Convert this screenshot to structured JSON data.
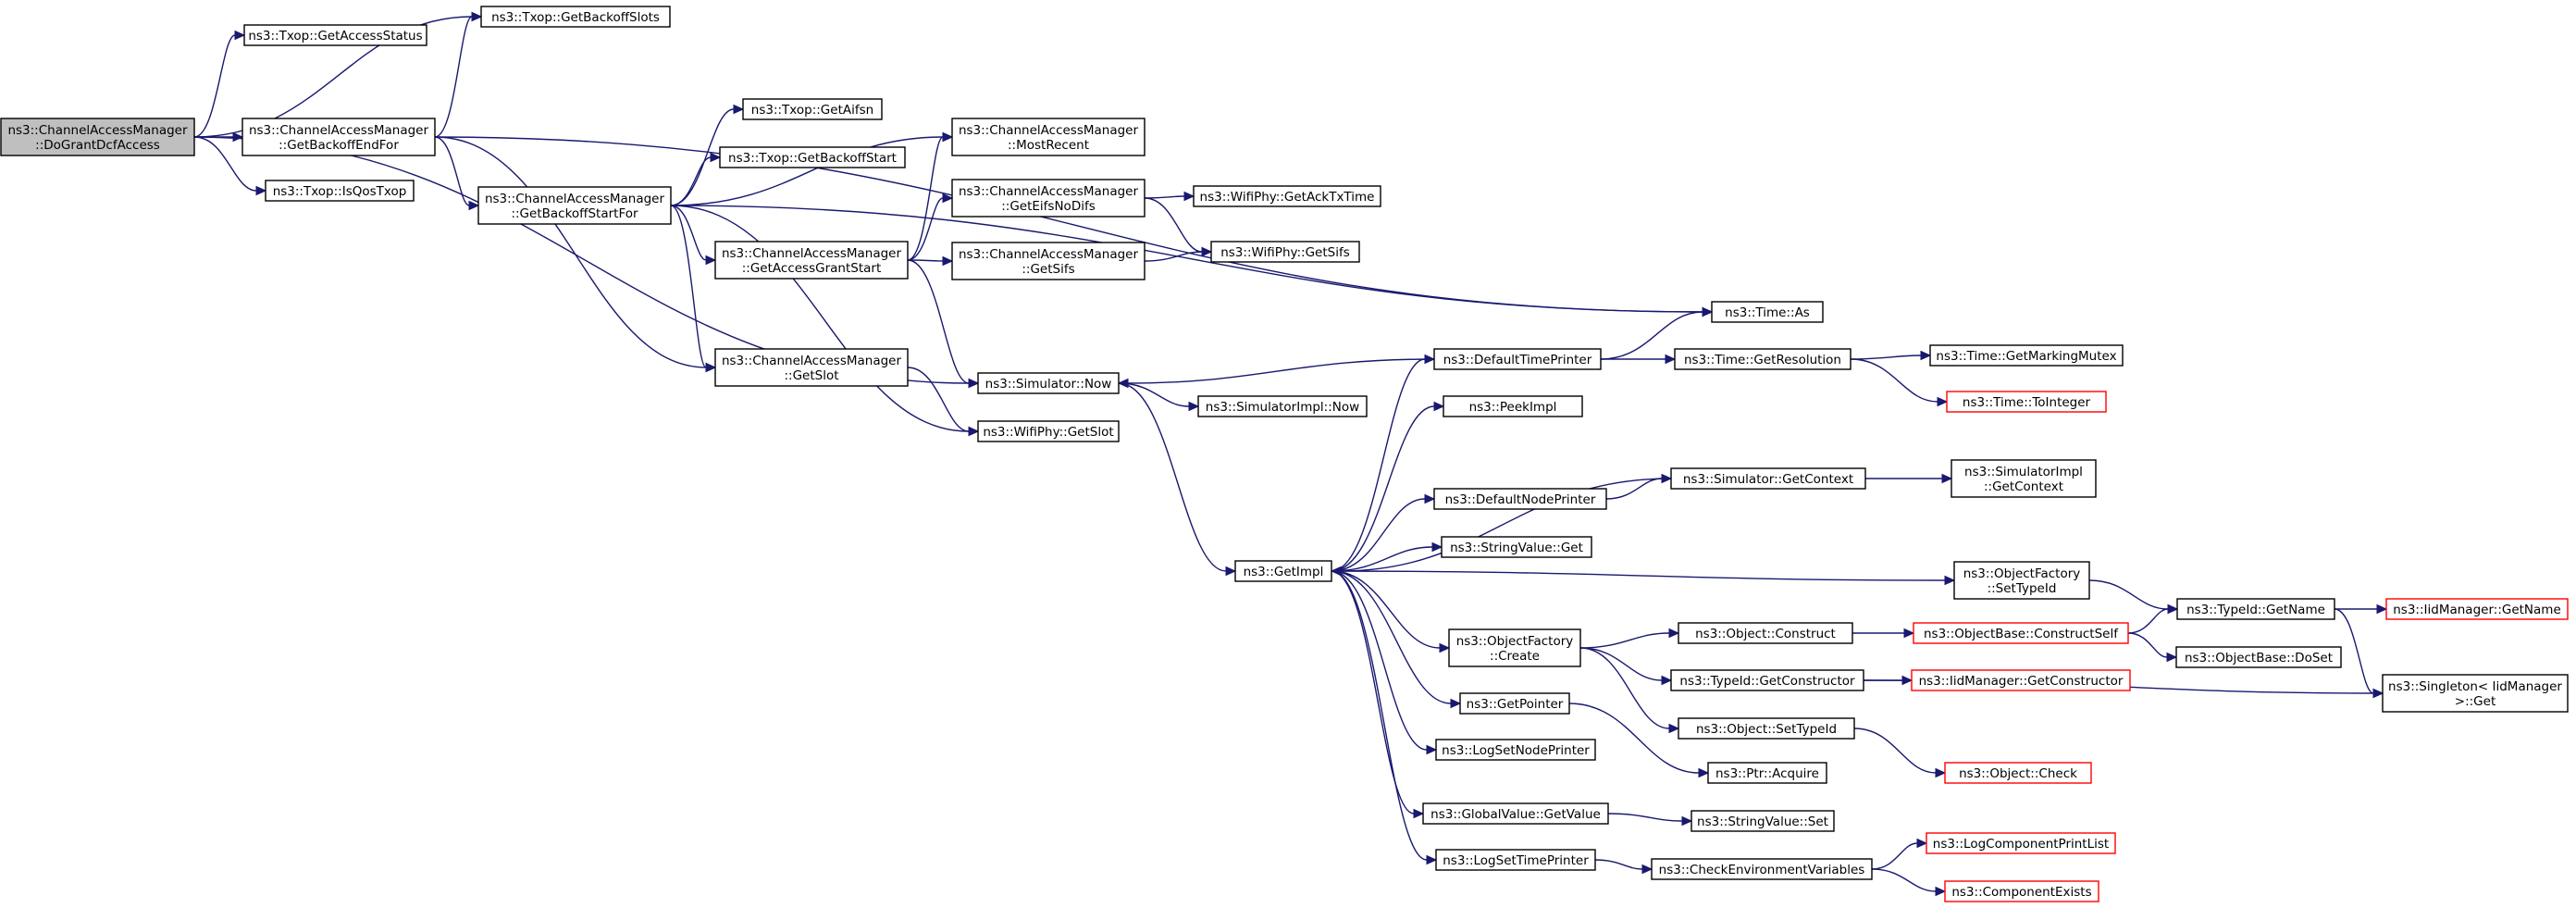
{
  "graph": {
    "edge_color": "#191970",
    "node_border": "#000000",
    "truncated_border": "#ff0000",
    "root_fill": "#bfbfbf",
    "nodes": [
      {
        "id": "root",
        "lines": [
          "ns3::ChannelAccessManager",
          "::DoGrantDcfAccess"
        ],
        "root": true
      },
      {
        "id": "getAccessStatus",
        "lines": [
          "ns3::Txop::GetAccessStatus"
        ]
      },
      {
        "id": "getBackoffSlots",
        "lines": [
          "ns3::Txop::GetBackoffSlots"
        ]
      },
      {
        "id": "getBackoffEndFor",
        "lines": [
          "ns3::ChannelAccessManager",
          "::GetBackoffEndFor"
        ]
      },
      {
        "id": "isQosTxop",
        "lines": [
          "ns3::Txop::IsQosTxop"
        ]
      },
      {
        "id": "getAifsn",
        "lines": [
          "ns3::Txop::GetAifsn"
        ]
      },
      {
        "id": "getBackoffStart",
        "lines": [
          "ns3::Txop::GetBackoffStart"
        ]
      },
      {
        "id": "getBackoffStartFor",
        "lines": [
          "ns3::ChannelAccessManager",
          "::GetBackoffStartFor"
        ]
      },
      {
        "id": "mostRecent",
        "lines": [
          "ns3::ChannelAccessManager",
          "::MostRecent"
        ]
      },
      {
        "id": "getEifsNoDifs",
        "lines": [
          "ns3::ChannelAccessManager",
          "::GetEifsNoDifs"
        ]
      },
      {
        "id": "getAccessGrantStart",
        "lines": [
          "ns3::ChannelAccessManager",
          "::GetAccessGrantStart"
        ]
      },
      {
        "id": "getSifs",
        "lines": [
          "ns3::ChannelAccessManager",
          "::GetSifs"
        ]
      },
      {
        "id": "getAckTxTime",
        "lines": [
          "ns3::WifiPhy::GetAckTxTime"
        ]
      },
      {
        "id": "phyGetSifs",
        "lines": [
          "ns3::WifiPhy::GetSifs"
        ]
      },
      {
        "id": "timeAs",
        "lines": [
          "ns3::Time::As"
        ]
      },
      {
        "id": "getSlot",
        "lines": [
          "ns3::ChannelAccessManager",
          "::GetSlot"
        ]
      },
      {
        "id": "simNow",
        "lines": [
          "ns3::Simulator::Now"
        ]
      },
      {
        "id": "phyGetSlot",
        "lines": [
          "ns3::WifiPhy::GetSlot"
        ]
      },
      {
        "id": "simImplNow",
        "lines": [
          "ns3::SimulatorImpl::Now"
        ]
      },
      {
        "id": "defaultTimePrinter",
        "lines": [
          "ns3::DefaultTimePrinter"
        ]
      },
      {
        "id": "getResolution",
        "lines": [
          "ns3::Time::GetResolution"
        ]
      },
      {
        "id": "getMarkingMutex",
        "lines": [
          "ns3::Time::GetMarkingMutex"
        ]
      },
      {
        "id": "toInteger",
        "lines": [
          "ns3::Time::ToInteger"
        ],
        "truncated": true
      },
      {
        "id": "peekImpl",
        "lines": [
          "ns3::PeekImpl"
        ]
      },
      {
        "id": "simGetContext",
        "lines": [
          "ns3::Simulator::GetContext"
        ]
      },
      {
        "id": "simImplGetContext",
        "lines": [
          "ns3::SimulatorImpl",
          "::GetContext"
        ]
      },
      {
        "id": "defaultNodePrinter",
        "lines": [
          "ns3::DefaultNodePrinter"
        ]
      },
      {
        "id": "stringValueGet",
        "lines": [
          "ns3::StringValue::Get"
        ]
      },
      {
        "id": "getImpl",
        "lines": [
          "ns3::GetImpl"
        ]
      },
      {
        "id": "setTypeId",
        "lines": [
          "ns3::ObjectFactory",
          "::SetTypeId"
        ]
      },
      {
        "id": "typeIdGetName",
        "lines": [
          "ns3::TypeId::GetName"
        ]
      },
      {
        "id": "iidGetName",
        "lines": [
          "ns3::IidManager::GetName"
        ],
        "truncated": true
      },
      {
        "id": "ofCreate",
        "lines": [
          "ns3::ObjectFactory",
          "::Create"
        ]
      },
      {
        "id": "objectConstruct",
        "lines": [
          "ns3::Object::Construct"
        ]
      },
      {
        "id": "constructSelf",
        "lines": [
          "ns3::ObjectBase::ConstructSelf"
        ],
        "truncated": true
      },
      {
        "id": "doSet",
        "lines": [
          "ns3::ObjectBase::DoSet"
        ]
      },
      {
        "id": "getConstructor",
        "lines": [
          "ns3::TypeId::GetConstructor"
        ]
      },
      {
        "id": "iidGetConstructor",
        "lines": [
          "ns3::IidManager::GetConstructor"
        ],
        "truncated": true
      },
      {
        "id": "singletonGet",
        "lines": [
          "ns3::Singleton< IidManager",
          " >::Get"
        ]
      },
      {
        "id": "getPointer",
        "lines": [
          "ns3::GetPointer"
        ]
      },
      {
        "id": "objectSetTypeId",
        "lines": [
          "ns3::Object::SetTypeId"
        ]
      },
      {
        "id": "objectCheck",
        "lines": [
          "ns3::Object::Check"
        ],
        "truncated": true
      },
      {
        "id": "logSetNodePrinter",
        "lines": [
          "ns3::LogSetNodePrinter"
        ]
      },
      {
        "id": "ptrAcquire",
        "lines": [
          "ns3::Ptr::Acquire"
        ]
      },
      {
        "id": "globalGetValue",
        "lines": [
          "ns3::GlobalValue::GetValue"
        ]
      },
      {
        "id": "stringValueSet",
        "lines": [
          "ns3::StringValue::Set"
        ]
      },
      {
        "id": "logSetTimePrinter",
        "lines": [
          "ns3::LogSetTimePrinter"
        ]
      },
      {
        "id": "checkEnv",
        "lines": [
          "ns3::CheckEnvironmentVariables"
        ]
      },
      {
        "id": "logComponentPrintList",
        "lines": [
          "ns3::LogComponentPrintList"
        ],
        "truncated": true
      },
      {
        "id": "componentExists",
        "lines": [
          "ns3::ComponentExists"
        ],
        "truncated": true
      }
    ],
    "edges": [
      [
        "root",
        "getAccessStatus"
      ],
      [
        "root",
        "getBackoffSlots"
      ],
      [
        "root",
        "getBackoffEndFor"
      ],
      [
        "root",
        "isQosTxop"
      ],
      [
        "root",
        "simNow"
      ],
      [
        "getBackoffEndFor",
        "getBackoffSlots"
      ],
      [
        "getBackoffEndFor",
        "timeAs"
      ],
      [
        "getBackoffEndFor",
        "getBackoffStartFor"
      ],
      [
        "getBackoffEndFor",
        "getSlot"
      ],
      [
        "getBackoffStartFor",
        "getAifsn"
      ],
      [
        "getBackoffStartFor",
        "getBackoffStart"
      ],
      [
        "getBackoffStartFor",
        "mostRecent"
      ],
      [
        "getBackoffStartFor",
        "getAccessGrantStart"
      ],
      [
        "getBackoffStartFor",
        "timeAs"
      ],
      [
        "getBackoffStartFor",
        "getSlot"
      ],
      [
        "getBackoffStartFor",
        "phyGetSlot"
      ],
      [
        "getAccessGrantStart",
        "mostRecent"
      ],
      [
        "getAccessGrantStart",
        "getEifsNoDifs"
      ],
      [
        "getAccessGrantStart",
        "getSifs"
      ],
      [
        "getAccessGrantStart",
        "simNow"
      ],
      [
        "getEifsNoDifs",
        "getAckTxTime"
      ],
      [
        "getEifsNoDifs",
        "phyGetSifs"
      ],
      [
        "getSifs",
        "phyGetSifs"
      ],
      [
        "getSlot",
        "phyGetSlot"
      ],
      [
        "simNow",
        "simImplNow"
      ],
      [
        "simNow",
        "getImpl"
      ],
      [
        "defaultTimePrinter",
        "timeAs"
      ],
      [
        "defaultTimePrinter",
        "getResolution"
      ],
      [
        "defaultTimePrinter",
        "simNow"
      ],
      [
        "getResolution",
        "getMarkingMutex"
      ],
      [
        "getResolution",
        "toInteger"
      ],
      [
        "simGetContext",
        "simImplGetContext"
      ],
      [
        "simGetContext",
        "getImpl"
      ],
      [
        "defaultNodePrinter",
        "simGetContext"
      ],
      [
        "getImpl",
        "defaultTimePrinter"
      ],
      [
        "getImpl",
        "peekImpl"
      ],
      [
        "getImpl",
        "defaultNodePrinter"
      ],
      [
        "getImpl",
        "stringValueGet"
      ],
      [
        "getImpl",
        "setTypeId"
      ],
      [
        "getImpl",
        "ofCreate"
      ],
      [
        "getImpl",
        "getPointer"
      ],
      [
        "getImpl",
        "logSetNodePrinter"
      ],
      [
        "getImpl",
        "globalGetValue"
      ],
      [
        "getImpl",
        "logSetTimePrinter"
      ],
      [
        "setTypeId",
        "typeIdGetName"
      ],
      [
        "typeIdGetName",
        "iidGetName"
      ],
      [
        "typeIdGetName",
        "singletonGet"
      ],
      [
        "ofCreate",
        "objectConstruct"
      ],
      [
        "ofCreate",
        "getConstructor"
      ],
      [
        "ofCreate",
        "objectSetTypeId"
      ],
      [
        "objectConstruct",
        "constructSelf"
      ],
      [
        "constructSelf",
        "typeIdGetName"
      ],
      [
        "constructSelf",
        "doSet"
      ],
      [
        "getConstructor",
        "iidGetConstructor"
      ],
      [
        "getConstructor",
        "singletonGet"
      ],
      [
        "objectSetTypeId",
        "objectCheck"
      ],
      [
        "getPointer",
        "ptrAcquire"
      ],
      [
        "globalGetValue",
        "stringValueSet"
      ],
      [
        "logSetTimePrinter",
        "checkEnv"
      ],
      [
        "checkEnv",
        "logComponentPrintList"
      ],
      [
        "checkEnv",
        "componentExists"
      ]
    ]
  }
}
